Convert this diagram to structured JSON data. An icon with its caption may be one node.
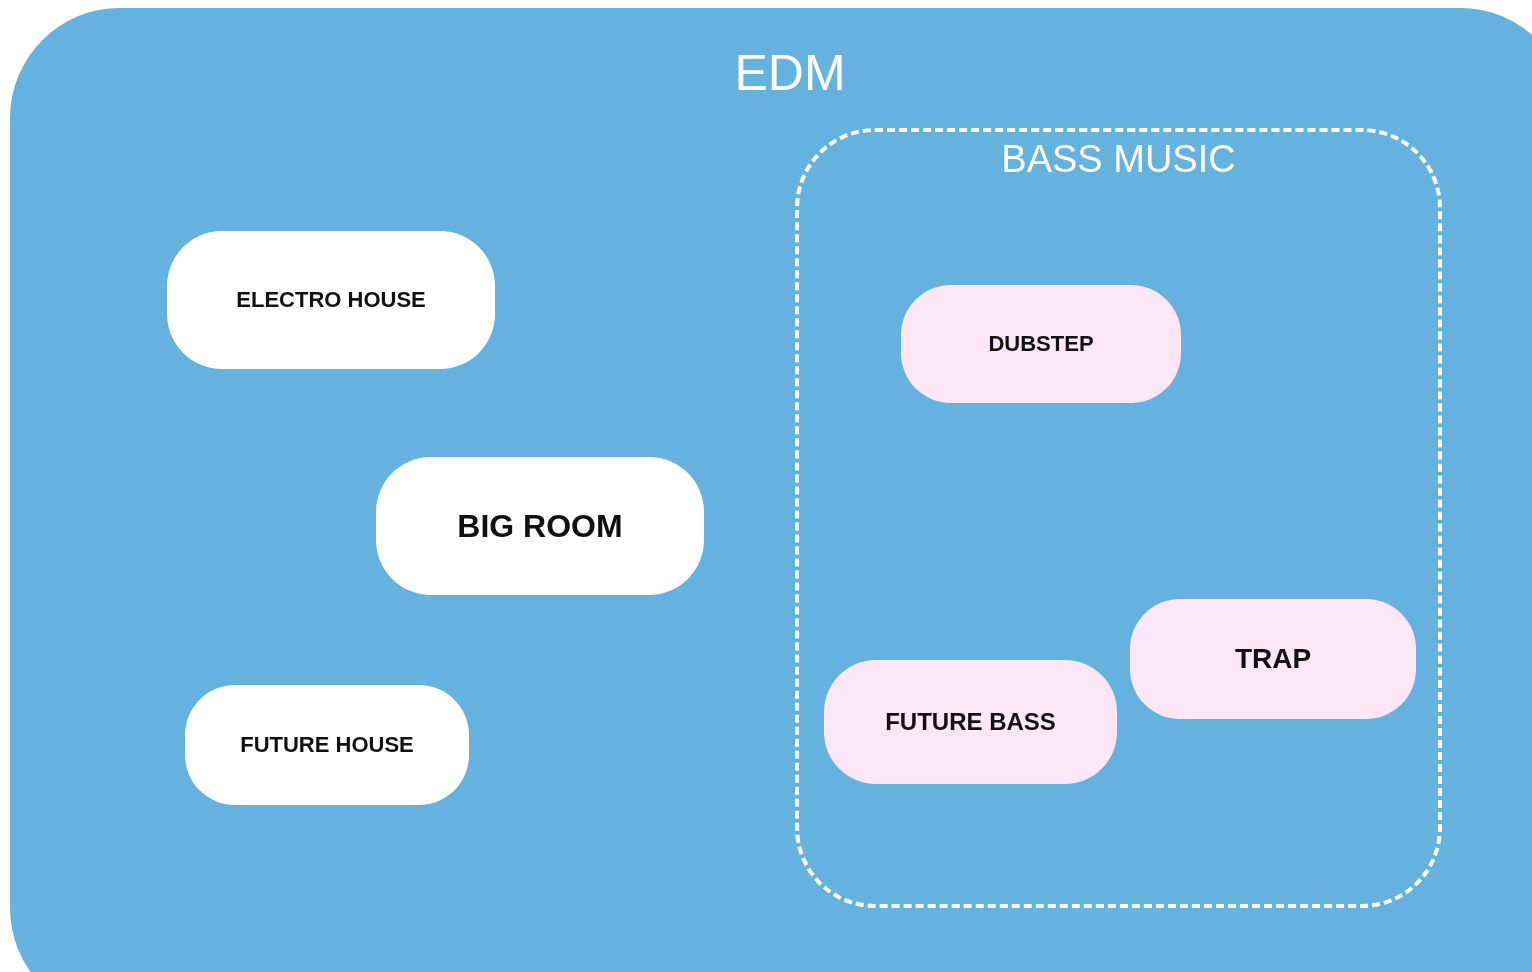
{
  "diagram": {
    "nodes": [
      {
        "text": [
          "EDM"
        ]
      },
      {
        "text": [
          "BASS MUSIC"
        ],
        "in": 0
      },
      {
        "text": [
          "ELECTRO HOUSE"
        ],
        "in": 0
      },
      {
        "text": [
          "BIG ROOM"
        ],
        "in": 0
      },
      {
        "text": [
          "FUTURE HOUSE"
        ],
        "in": 0
      },
      {
        "text": [
          "DUBSTEP"
        ],
        "in": 1
      },
      {
        "text": [
          "FUTURE BASS"
        ],
        "in": 1
      },
      {
        "text": [
          "TRAP"
        ],
        "in": 1
      }
    ]
  }
}
